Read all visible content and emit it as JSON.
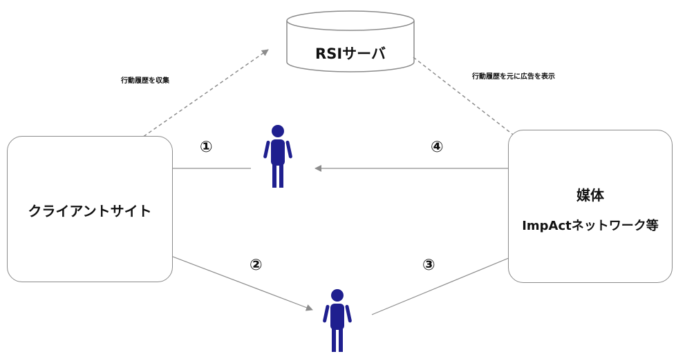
{
  "server": {
    "label": "RSIサーバ"
  },
  "client_site": {
    "label": "クライアントサイト"
  },
  "media": {
    "title": "媒体",
    "subtitle": "ImpActネットワーク等"
  },
  "annotations": {
    "collect": "行動履歴を収集",
    "display": "行動履歴を元に広告を表示"
  },
  "steps": {
    "one": "①",
    "two": "②",
    "three": "③",
    "four": "④"
  },
  "colors": {
    "person": "#1f1f8f",
    "arrow": "#8c8c8c",
    "border": "#8a8a8a"
  }
}
